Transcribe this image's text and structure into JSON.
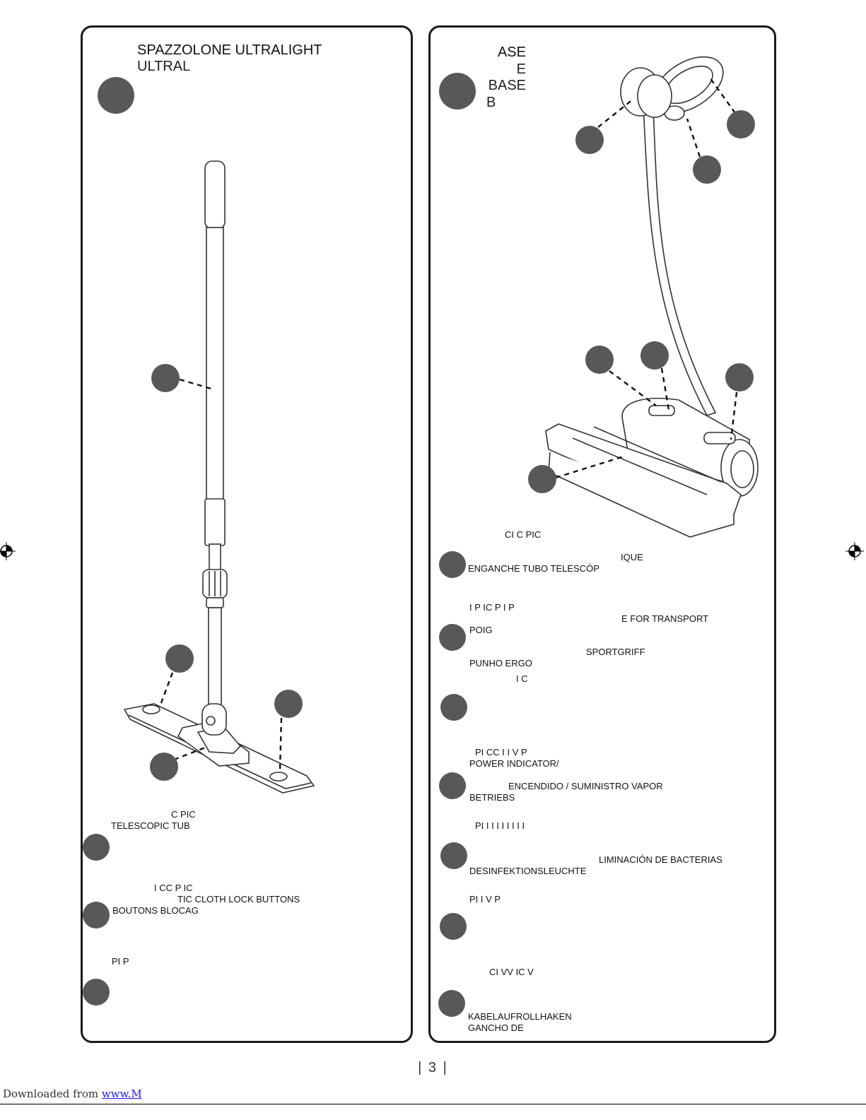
{
  "left": {
    "title_line1": "SPAZZOLONE ULTRALIGHT",
    "title_line2": "ULTRAL",
    "items": [
      {
        "head": "C   PIC",
        "lines": [
          "TELESCOPIC TUB"
        ]
      },
      {
        "head": "I       CC    P                                                  IC",
        "lines": [
          "TIC CLOTH LOCK BUTTONS",
          "BOUTONS BLOCAG"
        ]
      },
      {
        "head": "PI              P",
        "lines": []
      }
    ]
  },
  "right": {
    "title_lines": [
      "ASE",
      "E",
      "BASE",
      "B"
    ],
    "items": [
      {
        "head": "CI                        C   PIC",
        "lines": [
          "IQUE",
          "ENGANCHE TUBO TELESCÓP"
        ]
      },
      {
        "head": "I   P                                         IC    P     I            P",
        "lines": [
          "E FOR TRANSPORT",
          "POIG",
          "SPORTGRIFF",
          "PUNHO ERGO"
        ]
      },
      {
        "head": "I       C",
        "lines": []
      },
      {
        "head": "PI      CC      I                             I          V   P",
        "lines": [
          "POWER INDICATOR/",
          "ENCENDIDO / SUMINISTRO VAPOR",
          "BETRIEBS"
        ]
      },
      {
        "head": "PI    I   I     I           I              I   I       I                        I",
        "lines": [
          "LIMINACIÓN DE BACTERIAS",
          "DESINFEKTIONSLEUCHTE"
        ]
      },
      {
        "head": "PI                         I       V   P",
        "lines": []
      },
      {
        "head": "CI       VV        IC   V",
        "lines": [
          "KABELAUFROLLHAKEN",
          "GANCHO DE"
        ]
      }
    ]
  },
  "page_number": "| 3 |",
  "footer": {
    "prefix": "Downloaded from ",
    "link": "www.M"
  }
}
